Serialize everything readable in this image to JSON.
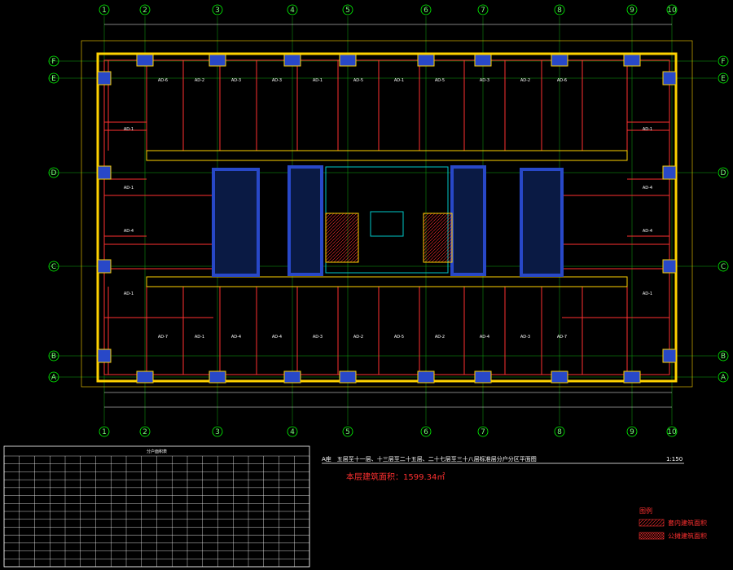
{
  "axes_vertical": [
    "1",
    "2",
    "3",
    "4",
    "5",
    "6",
    "7",
    "8",
    "9",
    "10"
  ],
  "axes_horizontal": [
    "F",
    "E",
    "D",
    "C",
    "B",
    "A"
  ],
  "rooms_top": [
    "AD-6",
    "AD-2",
    "AD-3",
    "AD-3",
    "AD-1",
    "AD-5",
    "AD-1",
    "AD-5",
    "AD-3",
    "AD-2",
    "AD-6"
  ],
  "rooms_bottom": [
    "AD-7",
    "AD-1",
    "AD-4",
    "AD-4",
    "AD-3",
    "AD-2",
    "AD-5",
    "AD-2",
    "AD-4",
    "AD-3",
    "AD-7"
  ],
  "rooms_left": [
    "AD-1",
    "AD-1",
    "AD-4",
    "AD-1"
  ],
  "rooms_right": [
    "AD-1",
    "AD-4",
    "AD-4",
    "AD-1"
  ],
  "drawing": {
    "title": "A座　五层至十一层、十三层至二十五层、二十七层至三十八层标准层分户分区平面图",
    "scale": "1:150",
    "area": "本层建筑面积：1599.34㎡"
  },
  "legend": {
    "title": "图例",
    "item1": "套内建筑面积",
    "item2": "公摊建筑面积"
  },
  "table": {
    "title": "分户面积表",
    "rows": 14,
    "cols": 20
  },
  "colors": {
    "axis": "#00ff00",
    "wall": "#ffd200",
    "partition": "#ff3030",
    "core": "#2848c8",
    "frame": "#ffffff"
  }
}
